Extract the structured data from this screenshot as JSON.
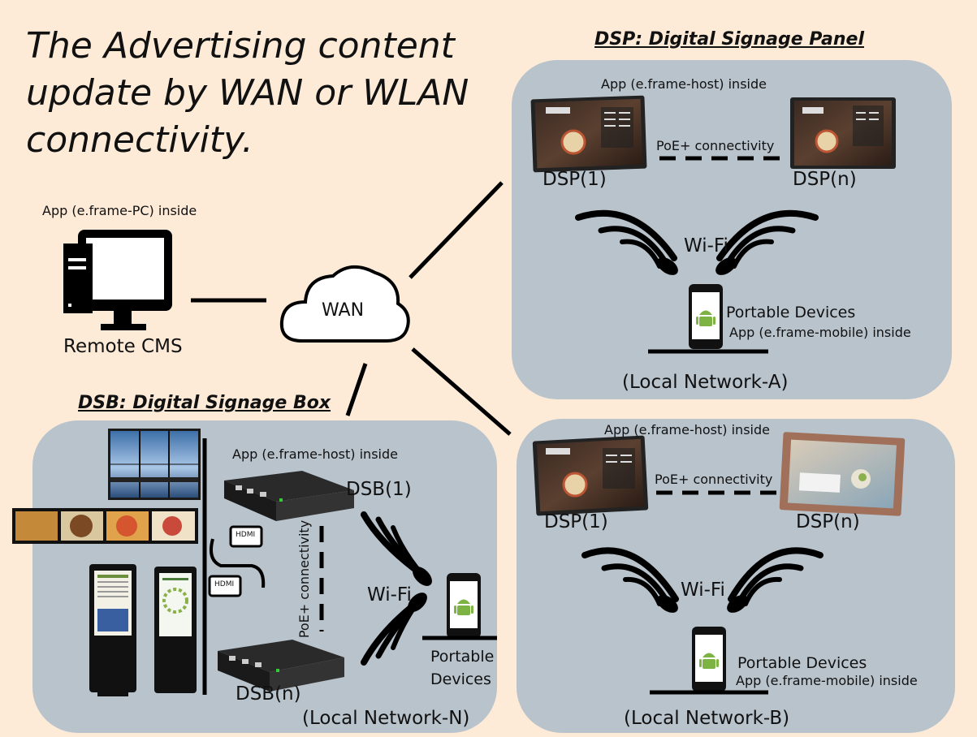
{
  "title": "The Advertising content update by WAN or WLAN connectivity.",
  "dsp_title": "DSP: Digital Signage Panel",
  "dsb_title": "DSB: Digital Signage Box",
  "cms": {
    "app_label": "App (e.frame-PC) inside",
    "label": "Remote CMS"
  },
  "wan": {
    "label": "WAN"
  },
  "network_a": {
    "app_label": "App (e.frame-host) inside",
    "dsp1": "DSP(1)",
    "dspn": "DSP(n)",
    "poe": "PoE+ connectivity",
    "wifi": "Wi-Fi",
    "portable": "Portable Devices",
    "mobile_app": "App (e.frame-mobile) inside",
    "network": "(Local  Network-A)"
  },
  "network_b": {
    "app_label": "App (e.frame-host) inside",
    "dsp1": "DSP(1)",
    "dspn": "DSP(n)",
    "poe": "PoE+ connectivity",
    "wifi": "Wi-Fi",
    "portable": "Portable Devices",
    "mobile_app": "App (e.frame-mobile) inside",
    "network": "(Local  Network-B)"
  },
  "network_n": {
    "app_label": "App (e.frame-host) inside",
    "dsb1": "DSB(1)",
    "dsbn": "DSB(n)",
    "poe": "PoE+ connectivity",
    "wifi": "Wi-Fi",
    "portable_line1": "Portable",
    "portable_line2": "Devices",
    "network": "(Local  Network-N)",
    "hdmi_label": "HDMI"
  }
}
